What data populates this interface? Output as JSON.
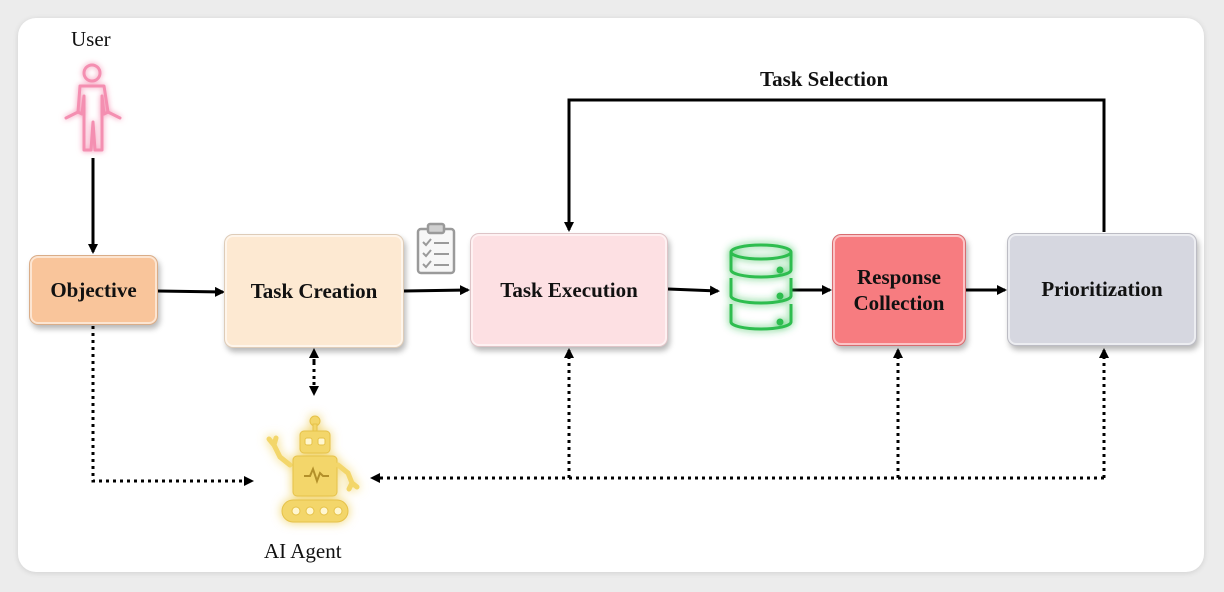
{
  "diagram": {
    "user_label": "User",
    "agent_label": "AI Agent",
    "task_selection_label": "Task Selection",
    "nodes": {
      "objective": "Objective",
      "task_creation": "Task Creation",
      "task_execution": "Task Execution",
      "response_collection": "Response Collection",
      "prioritization": "Prioritization"
    },
    "colors": {
      "objective": "#f9c59b",
      "task_creation": "#fde9d2",
      "task_execution": "#fde0e3",
      "response_collection": "#f77c80",
      "prioritization": "#d6d7e0",
      "user_icon": "#f48fb1",
      "agent_icon": "#f5d86e",
      "database_icon": "#2ebd4f"
    },
    "icons": [
      "user-icon",
      "clipboard-icon",
      "database-icon",
      "robot-icon"
    ]
  }
}
